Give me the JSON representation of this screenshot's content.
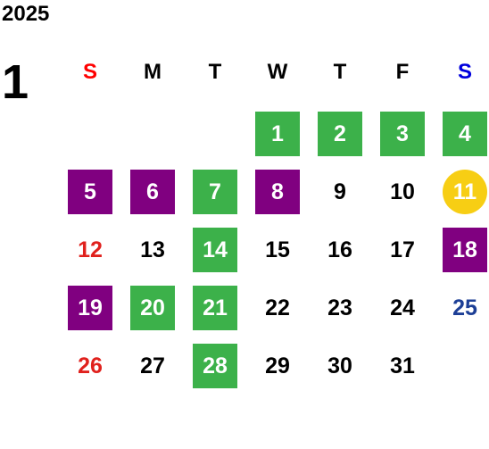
{
  "year": "2025",
  "month": "1",
  "weekdays": [
    {
      "label": "S",
      "color": "#ff0000"
    },
    {
      "label": "M",
      "color": "#000000"
    },
    {
      "label": "T",
      "color": "#000000"
    },
    {
      "label": "W",
      "color": "#000000"
    },
    {
      "label": "T",
      "color": "#000000"
    },
    {
      "label": "F",
      "color": "#000000"
    },
    {
      "label": "S",
      "color": "#0000dd"
    }
  ],
  "colors": {
    "green": "#3cb14a",
    "purple": "#800080",
    "holiday": "#f7ce14",
    "sunday_text": "#e0211d",
    "saturday_text": "#1d3f96"
  },
  "weeks": [
    [
      null,
      null,
      null,
      {
        "n": "1",
        "s": "green"
      },
      {
        "n": "2",
        "s": "green"
      },
      {
        "n": "3",
        "s": "green"
      },
      {
        "n": "4",
        "s": "green"
      }
    ],
    [
      {
        "n": "5",
        "s": "purple"
      },
      {
        "n": "6",
        "s": "purple"
      },
      {
        "n": "7",
        "s": "green"
      },
      {
        "n": "8",
        "s": "purple"
      },
      {
        "n": "9",
        "s": "plain"
      },
      {
        "n": "10",
        "s": "plain"
      },
      {
        "n": "11",
        "s": "holiday"
      }
    ],
    [
      {
        "n": "12",
        "s": "sun"
      },
      {
        "n": "13",
        "s": "plain"
      },
      {
        "n": "14",
        "s": "green"
      },
      {
        "n": "15",
        "s": "plain"
      },
      {
        "n": "16",
        "s": "plain"
      },
      {
        "n": "17",
        "s": "plain"
      },
      {
        "n": "18",
        "s": "purple"
      }
    ],
    [
      {
        "n": "19",
        "s": "purple"
      },
      {
        "n": "20",
        "s": "green"
      },
      {
        "n": "21",
        "s": "green"
      },
      {
        "n": "22",
        "s": "plain"
      },
      {
        "n": "23",
        "s": "plain"
      },
      {
        "n": "24",
        "s": "plain"
      },
      {
        "n": "25",
        "s": "sat"
      }
    ],
    [
      {
        "n": "26",
        "s": "sun"
      },
      {
        "n": "27",
        "s": "plain"
      },
      {
        "n": "28",
        "s": "green"
      },
      {
        "n": "29",
        "s": "plain"
      },
      {
        "n": "30",
        "s": "plain"
      },
      {
        "n": "31",
        "s": "plain"
      },
      null
    ]
  ]
}
